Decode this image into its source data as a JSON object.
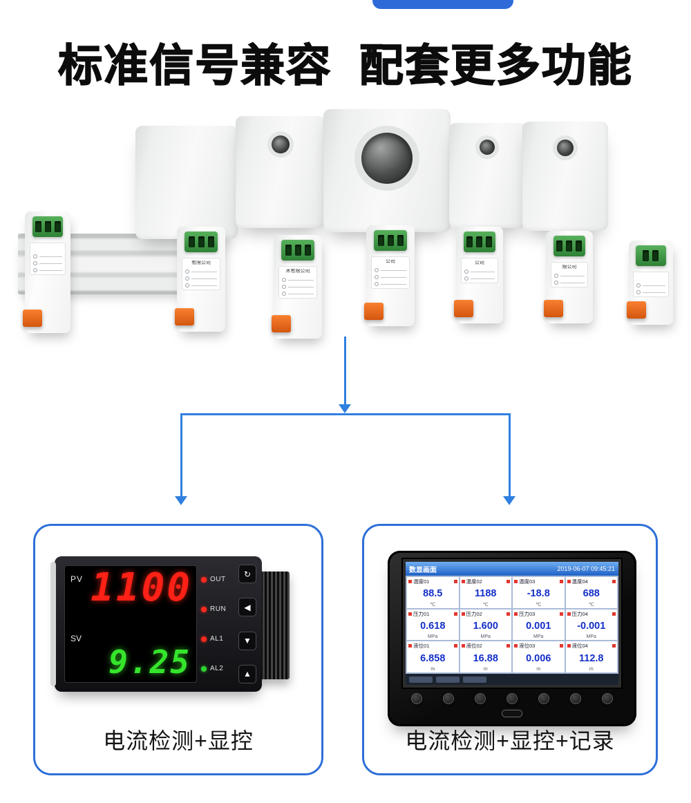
{
  "header": {
    "tab_color": "#2e6bd8",
    "title": "标准信号兼容  配套更多功能"
  },
  "montage": {
    "device_labels": [
      "",
      "有限公司",
      "术有限公司",
      "公司",
      "公司",
      "限公司",
      ""
    ]
  },
  "flow": {
    "arrow_color": "#2f80e0"
  },
  "left_card": {
    "border_color": "#2e6fd8",
    "caption": "电流检测+显控",
    "meter": {
      "pv_label": "PV",
      "pv_value": "1100",
      "pv_color": "#ff2016",
      "sv_label": "SV",
      "sv_value": "9.25",
      "sv_color": "#35e52b",
      "indicators": [
        {
          "label": "OUT",
          "color": "#ff2a1f"
        },
        {
          "label": "RUN",
          "color": "#ff2a1f"
        },
        {
          "label": "AL1",
          "color": "#ff2a1f"
        },
        {
          "label": "AL2",
          "color": "#2ed52e"
        }
      ],
      "buttons": [
        "↻",
        "◀",
        "▼",
        "▲"
      ]
    }
  },
  "right_card": {
    "border_color": "#2e6fd8",
    "caption": "电流检测+显控+记录",
    "recorder": {
      "screen_title": "数显画面",
      "timestamp": "2019-06-07 09:45:21",
      "cells": [
        {
          "name": "温度01",
          "value": "88.5",
          "unit": "℃"
        },
        {
          "name": "温度02",
          "value": "1188",
          "unit": "℃"
        },
        {
          "name": "温度03",
          "value": "-18.8",
          "unit": "℃"
        },
        {
          "name": "温度04",
          "value": "688",
          "unit": "℃"
        },
        {
          "name": "压力01",
          "value": "0.618",
          "unit": "MPa"
        },
        {
          "name": "压力02",
          "value": "1.600",
          "unit": "MPa"
        },
        {
          "name": "压力03",
          "value": "0.001",
          "unit": "MPa"
        },
        {
          "name": "压力04",
          "value": "-0.001",
          "unit": "MPa"
        },
        {
          "name": "液位01",
          "value": "6.858",
          "unit": "m"
        },
        {
          "name": "液位02",
          "value": "16.88",
          "unit": "m"
        },
        {
          "name": "液位03",
          "value": "0.006",
          "unit": "m"
        },
        {
          "name": "液位04",
          "value": "112.8",
          "unit": "m"
        }
      ]
    }
  }
}
